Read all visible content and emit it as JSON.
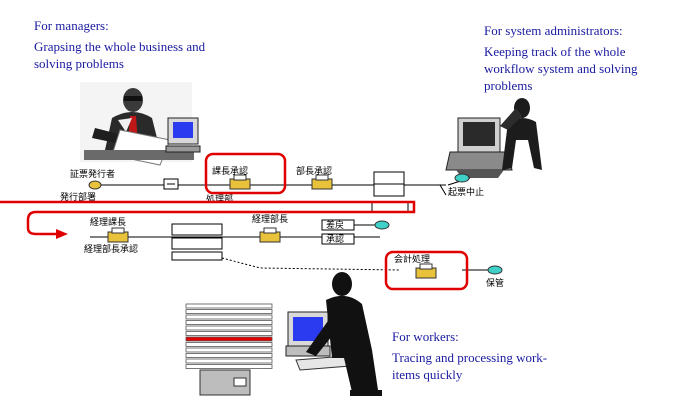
{
  "captions": {
    "managers": {
      "heading": "For managers:",
      "body": "Grapsing the whole business and solving problems"
    },
    "admins": {
      "heading": "For system administrators:",
      "body": "Keeping track of the whole workflow system and solving problems"
    },
    "workers": {
      "heading": "For workers:",
      "body": "Tracing and processing work-items quickly"
    }
  },
  "colors": {
    "caption": "#1a1aa0",
    "highlight": "#e00000",
    "node_yellow": "#e8c23a",
    "node_cyan": "#3fd0c8",
    "screen_blue": "#2b3cf0"
  },
  "icons": [
    "manager-figure-icon",
    "admin-figure-icon",
    "worker-figure-icon",
    "paper-stack-icon",
    "computer-icon",
    "printer-icon",
    "start-node-icon",
    "end-node-icon"
  ],
  "workflow": {
    "nodes": [
      {
        "label": "証票発行者"
      },
      {
        "label": "発行部署"
      },
      {
        "label": "処理部"
      },
      {
        "label": "課長承認"
      },
      {
        "label": "部長承認"
      },
      {
        "label": "起票中止"
      },
      {
        "label": "経理課長"
      },
      {
        "label": "経理部長承認"
      },
      {
        "label": "経理部長"
      },
      {
        "label": "差戻"
      },
      {
        "label": "承認"
      },
      {
        "label": "会計処理"
      },
      {
        "label": "保管"
      }
    ]
  }
}
